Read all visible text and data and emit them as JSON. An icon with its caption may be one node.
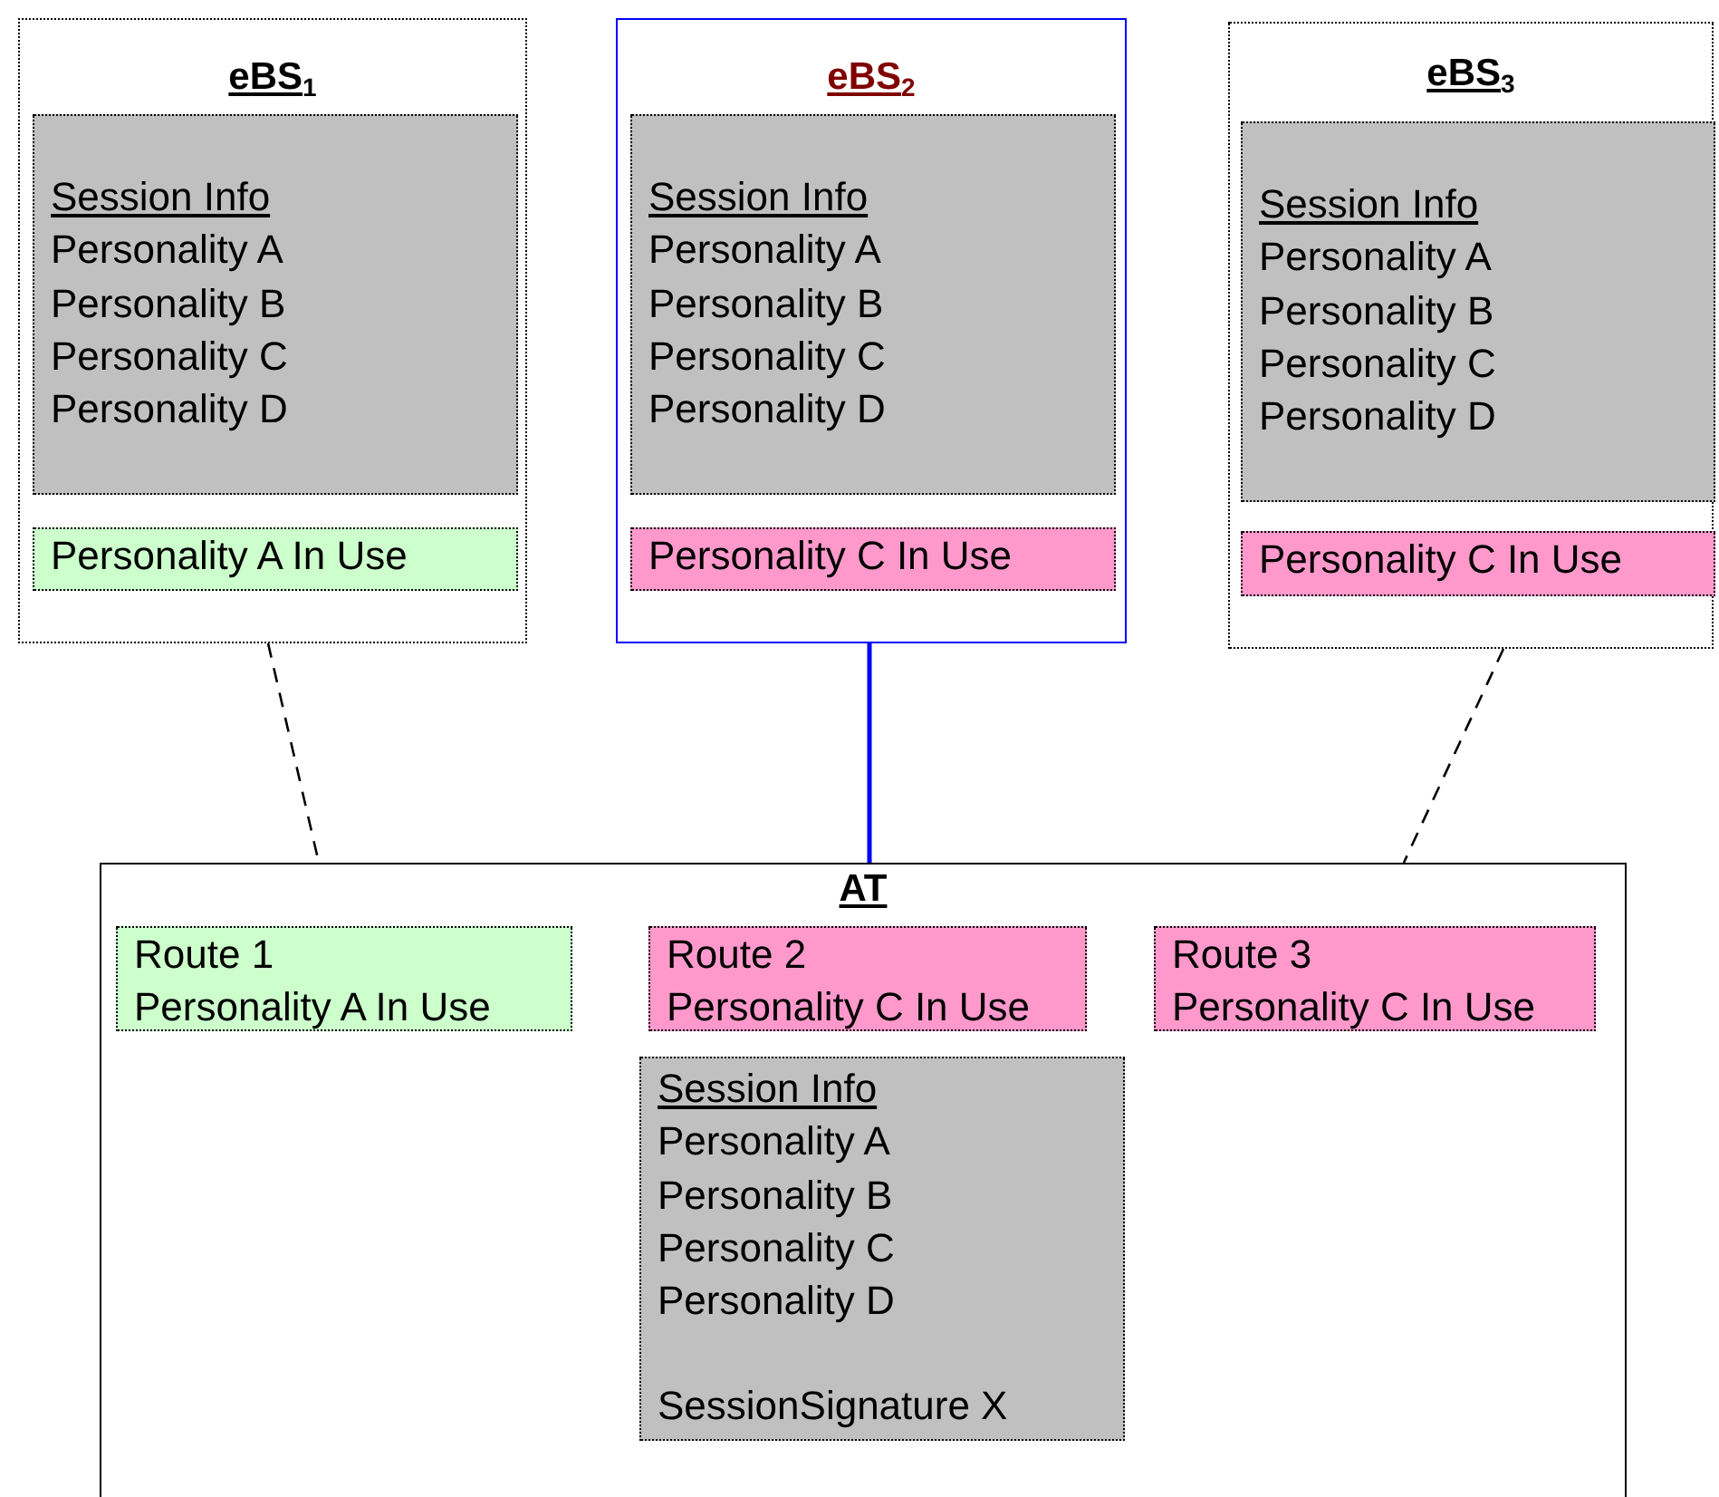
{
  "diagram": {
    "nodes": [
      {
        "text": [
          "eBS$_{1}$"
        ]
      },
      {
        "text": [
          "Session Info",
          "Personality A",
          "Personality B",
          "Personality C",
          "Personality D"
        ],
        "in": 0
      },
      {
        "text": [
          "Personality A In Use"
        ],
        "in": 0
      },
      {
        "text": [
          "eBS$_{2}$"
        ]
      },
      {
        "text": [
          "Session Info",
          "Personality A",
          "Personality B",
          "Personality C",
          "Personality D"
        ],
        "in": 3
      },
      {
        "text": [
          "Personality C In Use"
        ],
        "in": 3
      },
      {
        "text": [
          "eBS$_{3}$"
        ]
      },
      {
        "text": [
          "Session Info",
          "Personality A",
          "Personality B",
          "Personality C",
          "Personality D"
        ],
        "in": 6
      },
      {
        "text": [
          "Personality C In Use"
        ],
        "in": 6
      },
      {
        "text": [
          "AT"
        ]
      },
      {
        "text": [
          "Route 1",
          "Personality A In Use"
        ],
        "in": 9
      },
      {
        "text": [
          "Route 2",
          "Personality C In Use"
        ],
        "in": 9
      },
      {
        "text": [
          "Route 3",
          "Personality C In Use"
        ],
        "in": 9
      },
      {
        "text": [
          "Session Info",
          "Personality A",
          "Personality B",
          "Personality C",
          "Personality D",
          "SessionSignature X"
        ],
        "in": 9
      }
    ],
    "edges": [
      {
        "from": 0,
        "to": 9,
        "arrow": "none",
        "style": "dashed"
      },
      {
        "from": 3,
        "to": 9,
        "arrow": "none",
        "color": "#0000ff"
      },
      {
        "from": 6,
        "to": 9,
        "arrow": "none",
        "style": "dashed"
      }
    ]
  }
}
